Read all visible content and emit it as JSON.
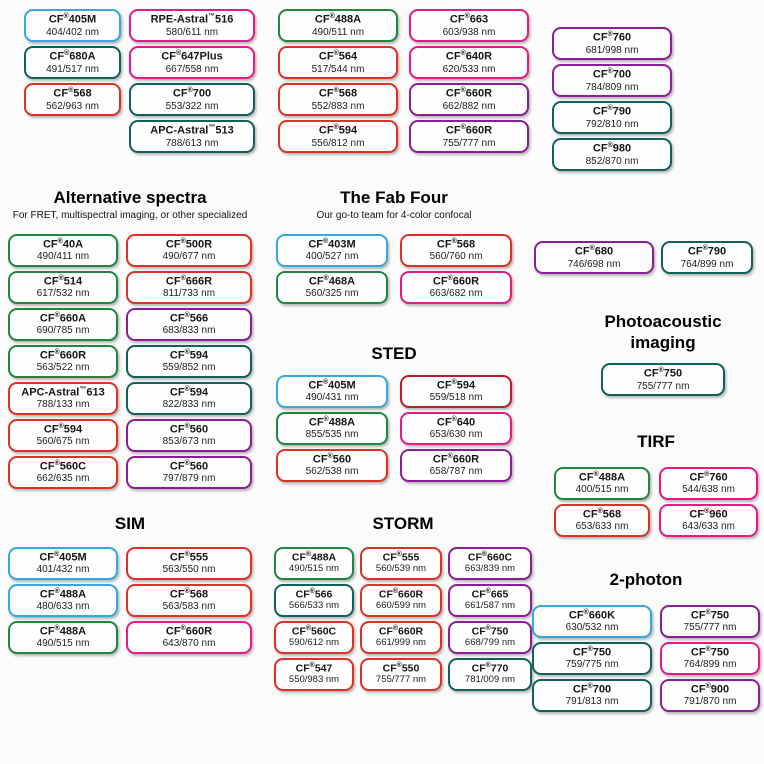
{
  "colors": {
    "blue": "#35A8DF",
    "green": "#1E8742",
    "teal": "#11605B",
    "red": "#DE3126",
    "darkred": "#B92025",
    "pink": "#E8188B",
    "purple": "#8C1D96"
  },
  "top": {
    "g1c1": [
      {
        "name": "CF®405M",
        "nm": "404/402 nm",
        "color": "blue"
      },
      {
        "name": "CF®680A",
        "nm": "491/517 nm",
        "color": "teal"
      },
      {
        "name": "CF®568",
        "nm": "562/963 nm",
        "color": "red"
      }
    ],
    "g1c2": [
      {
        "name": "RPE-Astral™516",
        "nm": "580/611 nm",
        "color": "pink"
      },
      {
        "name": "CF®647Plus",
        "nm": "667/558 nm",
        "color": "pink"
      },
      {
        "name": "CF®700",
        "nm": "553/322 nm",
        "color": "teal"
      },
      {
        "name": "APC-Astral™513",
        "nm": "788/613 nm",
        "color": "teal"
      }
    ],
    "g2c1": [
      {
        "name": "CF®488A",
        "nm": "490/511 nm",
        "color": "green"
      },
      {
        "name": "CF®564",
        "nm": "517/544 nm",
        "color": "red"
      },
      {
        "name": "CF®568",
        "nm": "552/883 nm",
        "color": "red"
      },
      {
        "name": "CF®594",
        "nm": "556/812 nm",
        "color": "red"
      }
    ],
    "g2c2": [
      {
        "name": "CF®663",
        "nm": "603/938 nm",
        "color": "pink"
      },
      {
        "name": "CF®640R",
        "nm": "620/533 nm",
        "color": "pink"
      },
      {
        "name": "CF®660R",
        "nm": "662/882 nm",
        "color": "purple"
      },
      {
        "name": "CF®660R",
        "nm": "755/777 nm",
        "color": "purple"
      }
    ],
    "g3": [
      {
        "name": "CF®760",
        "nm": "681/998 nm",
        "color": "purple"
      },
      {
        "name": "CF®700",
        "nm": "784/809 nm",
        "color": "purple"
      },
      {
        "name": "CF®790",
        "nm": "792/810 nm",
        "color": "teal"
      },
      {
        "name": "CF®980",
        "nm": "852/870 nm",
        "color": "teal"
      }
    ]
  },
  "alternative": {
    "title": "Alternative spectra",
    "subtitle": "For FRET, multispectral imaging, or other specialized",
    "col1": [
      {
        "name": "CF®40A",
        "nm": "490/411 nm",
        "color": "green"
      },
      {
        "name": "CF®514",
        "nm": "617/532 nm",
        "color": "green"
      },
      {
        "name": "CF®660A",
        "nm": "690/785 nm",
        "color": "green"
      },
      {
        "name": "CF®660R",
        "nm": "563/522 nm",
        "color": "green"
      },
      {
        "name": "APC-Astral™613",
        "nm": "788/133 nm",
        "color": "red"
      },
      {
        "name": "CF®594",
        "nm": "560/675 nm",
        "color": "red"
      },
      {
        "name": "CF®560C",
        "nm": "662/635 nm",
        "color": "red"
      }
    ],
    "col2": [
      {
        "name": "CF®500R",
        "nm": "490/677 nm",
        "color": "red"
      },
      {
        "name": "CF®666R",
        "nm": "811/733 nm",
        "color": "red"
      },
      {
        "name": "CF®566",
        "nm": "683/833 nm",
        "color": "purple"
      },
      {
        "name": "CF®594",
        "nm": "559/852 nm",
        "color": "teal"
      },
      {
        "name": "CF®594",
        "nm": "822/833 nm",
        "color": "teal"
      },
      {
        "name": "CF®560",
        "nm": "853/673 nm",
        "color": "purple"
      },
      {
        "name": "CF®560",
        "nm": "797/879 nm",
        "color": "purple"
      }
    ]
  },
  "fab_four": {
    "title": "The Fab Four",
    "subtitle": "Our go-to team for 4-color confocal",
    "col1": [
      {
        "name": "CF®403M",
        "nm": "400/527 nm",
        "color": "blue"
      },
      {
        "name": "CF®468A",
        "nm": "560/325 nm",
        "color": "green"
      }
    ],
    "col2": [
      {
        "name": "CF®568",
        "nm": "560/760 nm",
        "color": "red"
      },
      {
        "name": "CF®660R",
        "nm": "663/682 nm",
        "color": "pink"
      }
    ]
  },
  "sted": {
    "title": "STED",
    "col1": [
      {
        "name": "CF®405M",
        "nm": "490/431 nm",
        "color": "blue"
      },
      {
        "name": "CF®488A",
        "nm": "855/535 nm",
        "color": "green"
      },
      {
        "name": "CF®560",
        "nm": "562/538 nm",
        "color": "red"
      }
    ],
    "col2": [
      {
        "name": "CF®594",
        "nm": "559/518 nm",
        "color": "darkred"
      },
      {
        "name": "CF®640",
        "nm": "653/630 nm",
        "color": "pink"
      },
      {
        "name": "CF®660R",
        "nm": "658/787 nm",
        "color": "purple"
      }
    ]
  },
  "pair": [
    {
      "name": "CF®680",
      "nm": "746/698 nm",
      "color": "purple"
    },
    {
      "name": "CF®790",
      "nm": "764/899 nm",
      "color": "teal"
    }
  ],
  "photoacoustic": {
    "title_line1": "Photoacoustic",
    "title_line2": "imaging",
    "pills": [
      {
        "name": "CF®750",
        "nm": "755/777 nm",
        "color": "teal"
      }
    ]
  },
  "tirf": {
    "title": "TIRF",
    "col1": [
      {
        "name": "CF®488A",
        "nm": "400/515 nm",
        "color": "green"
      },
      {
        "name": "CF®568",
        "nm": "653/633 nm",
        "color": "red"
      }
    ],
    "col2": [
      {
        "name": "CF®760",
        "nm": "544/638 nm",
        "color": "pink"
      },
      {
        "name": "CF®960",
        "nm": "643/633 nm",
        "color": "pink"
      }
    ]
  },
  "sim": {
    "title": "SIM",
    "col1": [
      {
        "name": "CF®405M",
        "nm": "401/432 nm",
        "color": "blue"
      },
      {
        "name": "CF®488A",
        "nm": "480/633 nm",
        "color": "blue"
      },
      {
        "name": "CF®488A",
        "nm": "490/515 nm",
        "color": "green"
      }
    ],
    "col2": [
      {
        "name": "CF®555",
        "nm": "563/550 nm",
        "color": "red"
      },
      {
        "name": "CF®568",
        "nm": "563/583 nm",
        "color": "red"
      },
      {
        "name": "CF®660R",
        "nm": "643/870 nm",
        "color": "pink"
      }
    ]
  },
  "storm": {
    "title": "STORM",
    "col1": [
      {
        "name": "CF®488A",
        "nm": "490/515 nm",
        "color": "green"
      },
      {
        "name": "CF®566",
        "nm": "566/533 nm",
        "color": "teal"
      },
      {
        "name": "CF®560C",
        "nm": "590/612 nm",
        "color": "red"
      },
      {
        "name": "CF®547",
        "nm": "550/983 nm",
        "color": "red"
      }
    ],
    "col2": [
      {
        "name": "CF®555",
        "nm": "560/539 nm",
        "color": "red"
      },
      {
        "name": "CF®660R",
        "nm": "660/599 nm",
        "color": "red"
      },
      {
        "name": "CF®660R",
        "nm": "661/999 nm",
        "color": "red"
      },
      {
        "name": "CF®550",
        "nm": "755/777 nm",
        "color": "red"
      }
    ],
    "col3": [
      {
        "name": "CF®660C",
        "nm": "663/839 nm",
        "color": "purple"
      },
      {
        "name": "CF®665",
        "nm": "661/587 nm",
        "color": "purple"
      },
      {
        "name": "CF®750",
        "nm": "668/799 nm",
        "color": "purple"
      },
      {
        "name": "CF®770",
        "nm": "781/009 nm",
        "color": "teal"
      }
    ]
  },
  "two_photon": {
    "title": "2-photon",
    "col1": [
      {
        "name": "CF®660K",
        "nm": "630/532 nm",
        "color": "blue"
      },
      {
        "name": "CF®750",
        "nm": "759/775 nm",
        "color": "teal"
      },
      {
        "name": "CF®700",
        "nm": "791/813 nm",
        "color": "teal"
      }
    ],
    "col2": [
      {
        "name": "CF®750",
        "nm": "755/777 nm",
        "color": "purple"
      },
      {
        "name": "CF®750",
        "nm": "764/899 nm",
        "color": "pink"
      },
      {
        "name": "CF®900",
        "nm": "791/870 nm",
        "color": "purple"
      }
    ]
  }
}
